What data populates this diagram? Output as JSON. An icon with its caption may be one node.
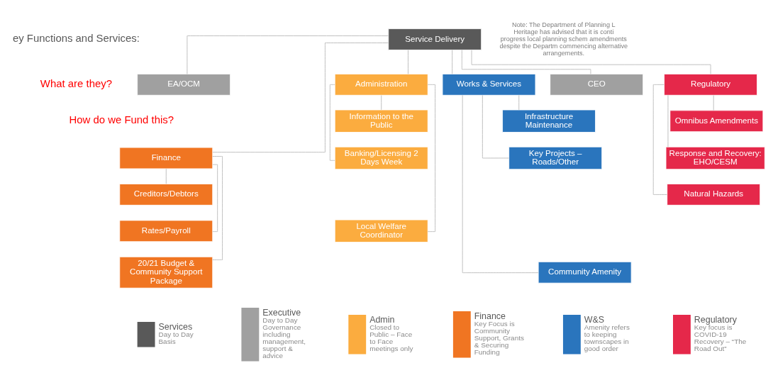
{
  "diagram": {
    "nodes": [
      {
        "text": [
          "Service Delivery"
        ]
      },
      {
        "text": [
          "CEO"
        ]
      },
      {
        "text": [
          "EA/OCM"
        ]
      },
      {
        "text": [
          "Finance"
        ]
      },
      {
        "text": [
          "Creditors/Debtors"
        ]
      },
      {
        "text": [
          "Rates/Payroll"
        ]
      },
      {
        "text": [
          "20/21 Budget & Community Support Package"
        ]
      },
      {
        "text": [
          "Administration"
        ]
      },
      {
        "text": [
          "Information to the Public"
        ]
      },
      {
        "text": [
          "Banking/Licensing 2 Days Week"
        ]
      },
      {
        "text": [
          "Local Welfare Coordinator"
        ]
      },
      {
        "text": [
          "Works & Services"
        ]
      },
      {
        "text": [
          "Infrastructure Maintenance"
        ]
      },
      {
        "text": [
          "Key Projects – Roads/Other"
        ]
      },
      {
        "text": [
          "Community Amenity"
        ]
      },
      {
        "text": [
          "Regulatory"
        ]
      },
      {
        "text": [
          "Omnibus Amendments"
        ]
      },
      {
        "text": [
          "Response and Recovery: EHO/CESM"
        ]
      },
      {
        "text": [
          "Natural Hazards"
        ]
      }
    ],
    "edges": [
      {
        "from": 0,
        "to": 1,
        "arrow": "none"
      },
      {
        "from": 0,
        "to": 2,
        "arrow": "none"
      },
      {
        "from": 0,
        "to": 3,
        "arrow": "none"
      },
      {
        "from": 0,
        "to": 7,
        "arrow": "none"
      },
      {
        "from": 0,
        "to": 11,
        "arrow": "none"
      },
      {
        "from": 0,
        "to": 15,
        "arrow": "none"
      },
      {
        "from": 3,
        "to": 4,
        "arrow": "none"
      },
      {
        "from": 3,
        "to": 5,
        "arrow": "none"
      },
      {
        "from": 3,
        "to": 6,
        "arrow": "none"
      },
      {
        "from": 7,
        "to": 8,
        "arrow": "none"
      },
      {
        "from": 7,
        "to": 9,
        "arrow": "none"
      },
      {
        "from": 7,
        "to": 10,
        "arrow": "none"
      },
      {
        "from": 11,
        "to": 12,
        "arrow": "none"
      },
      {
        "from": 11,
        "to": 13,
        "arrow": "none"
      },
      {
        "from": 11,
        "to": 14,
        "arrow": "none"
      },
      {
        "from": 15,
        "to": 16,
        "arrow": "none"
      },
      {
        "from": 15,
        "to": 17,
        "arrow": "none"
      },
      {
        "from": 15,
        "to": 18,
        "arrow": "none"
      }
    ],
    "labels": [
      "ey Functions and Services:",
      "What are they?",
      "How do we Fund this?",
      "Note: The Department of Planning L Heritage has advised that it is conti progress local planning schem amendments despite the Departm commencing alternative arrangements.",
      "Day to Day Basis",
      "Day to Day Governance including management, support & advice",
      "Closed to Public – Face to Face meetings only",
      "Key Focus is Community Support, Grants & Securing Funding",
      "Amenity refers to keeping townscapes in good order",
      "Key focus is COVID-19 Recovery – “The Road Out”"
    ],
    "legend": [
      {
        "text": "Services",
        "color": "#595959"
      },
      {
        "text": "Executive",
        "color": "#a0a0a0"
      },
      {
        "text": "Admin",
        "color": "#fbac3f"
      },
      {
        "text": "Finance",
        "color": "#f07522"
      },
      {
        "text": "W&S",
        "color": "#2a75bd"
      },
      {
        "text": "Regulatory",
        "color": "#e5284a"
      }
    ]
  }
}
